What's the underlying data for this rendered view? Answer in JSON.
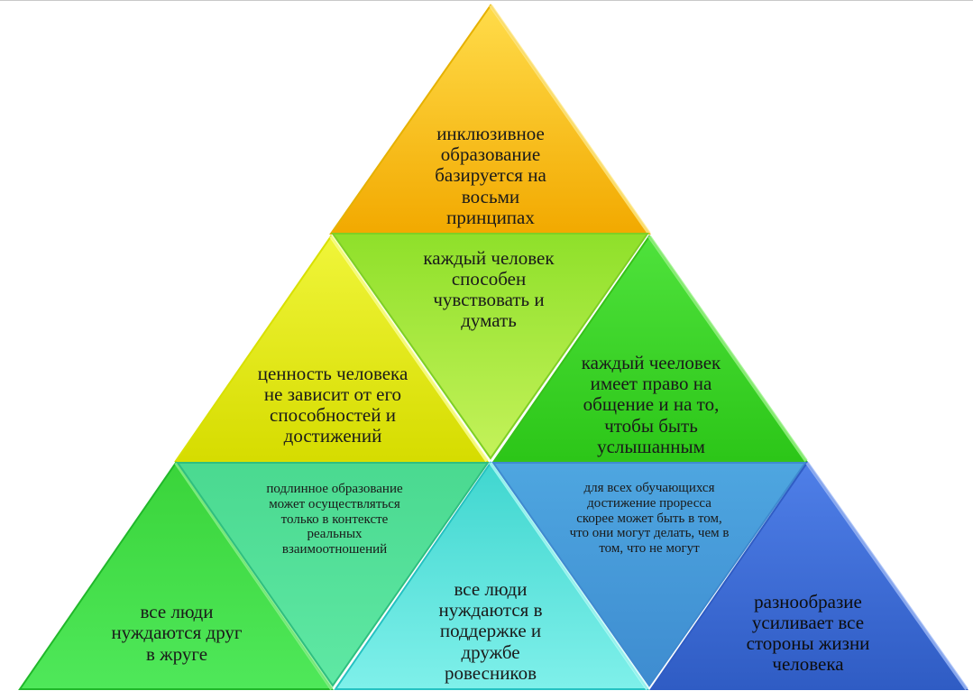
{
  "triangles": [
    {
      "id": "top",
      "text": "инклюзивное образование базируется на восьми принципах",
      "color_light": "#ffd23a",
      "color_dark": "#f0a800"
    },
    {
      "id": "mid-left",
      "text": "ценность человека не зависит от его способностей и достижений",
      "color_light": "#f4f53c",
      "color_dark": "#c9d400"
    },
    {
      "id": "mid-center",
      "text": "каждый человек способен чувствовать и думать",
      "color_light": "#b6f04a",
      "color_dark": "#7fd21c"
    },
    {
      "id": "mid-right",
      "text": "каждый чееловек имеет право на общение и на то, чтобы быть услышанным",
      "color_light": "#63ea3a",
      "color_dark": "#2fc814"
    },
    {
      "id": "bot-1",
      "text": "все люди нуждаются друг в жруге",
      "color_light": "#58e65a",
      "color_dark": "#1fbf2a"
    },
    {
      "id": "bot-2",
      "text": "подлинное образование может осуществляться только в контексте реальных взаимоотношений",
      "color_light": "#6ef0a6",
      "color_dark": "#2bc27a"
    },
    {
      "id": "bot-3",
      "text": "все люди нуждаются в поддержке и дружбе ровесников",
      "color_light": "#7ff2ea",
      "color_dark": "#27c9c8"
    },
    {
      "id": "bot-4",
      "text": "для всех обучающихся достижение проресса скорее может быть в том,  что они могут делать, чем в том, что не могут",
      "color_light": "#6ec0ee",
      "color_dark": "#3e8fd0"
    },
    {
      "id": "bot-5",
      "text": "разнообразие усиливает все стороны жизни человека",
      "color_light": "#6f9af0",
      "color_dark": "#2f5fc8"
    }
  ]
}
